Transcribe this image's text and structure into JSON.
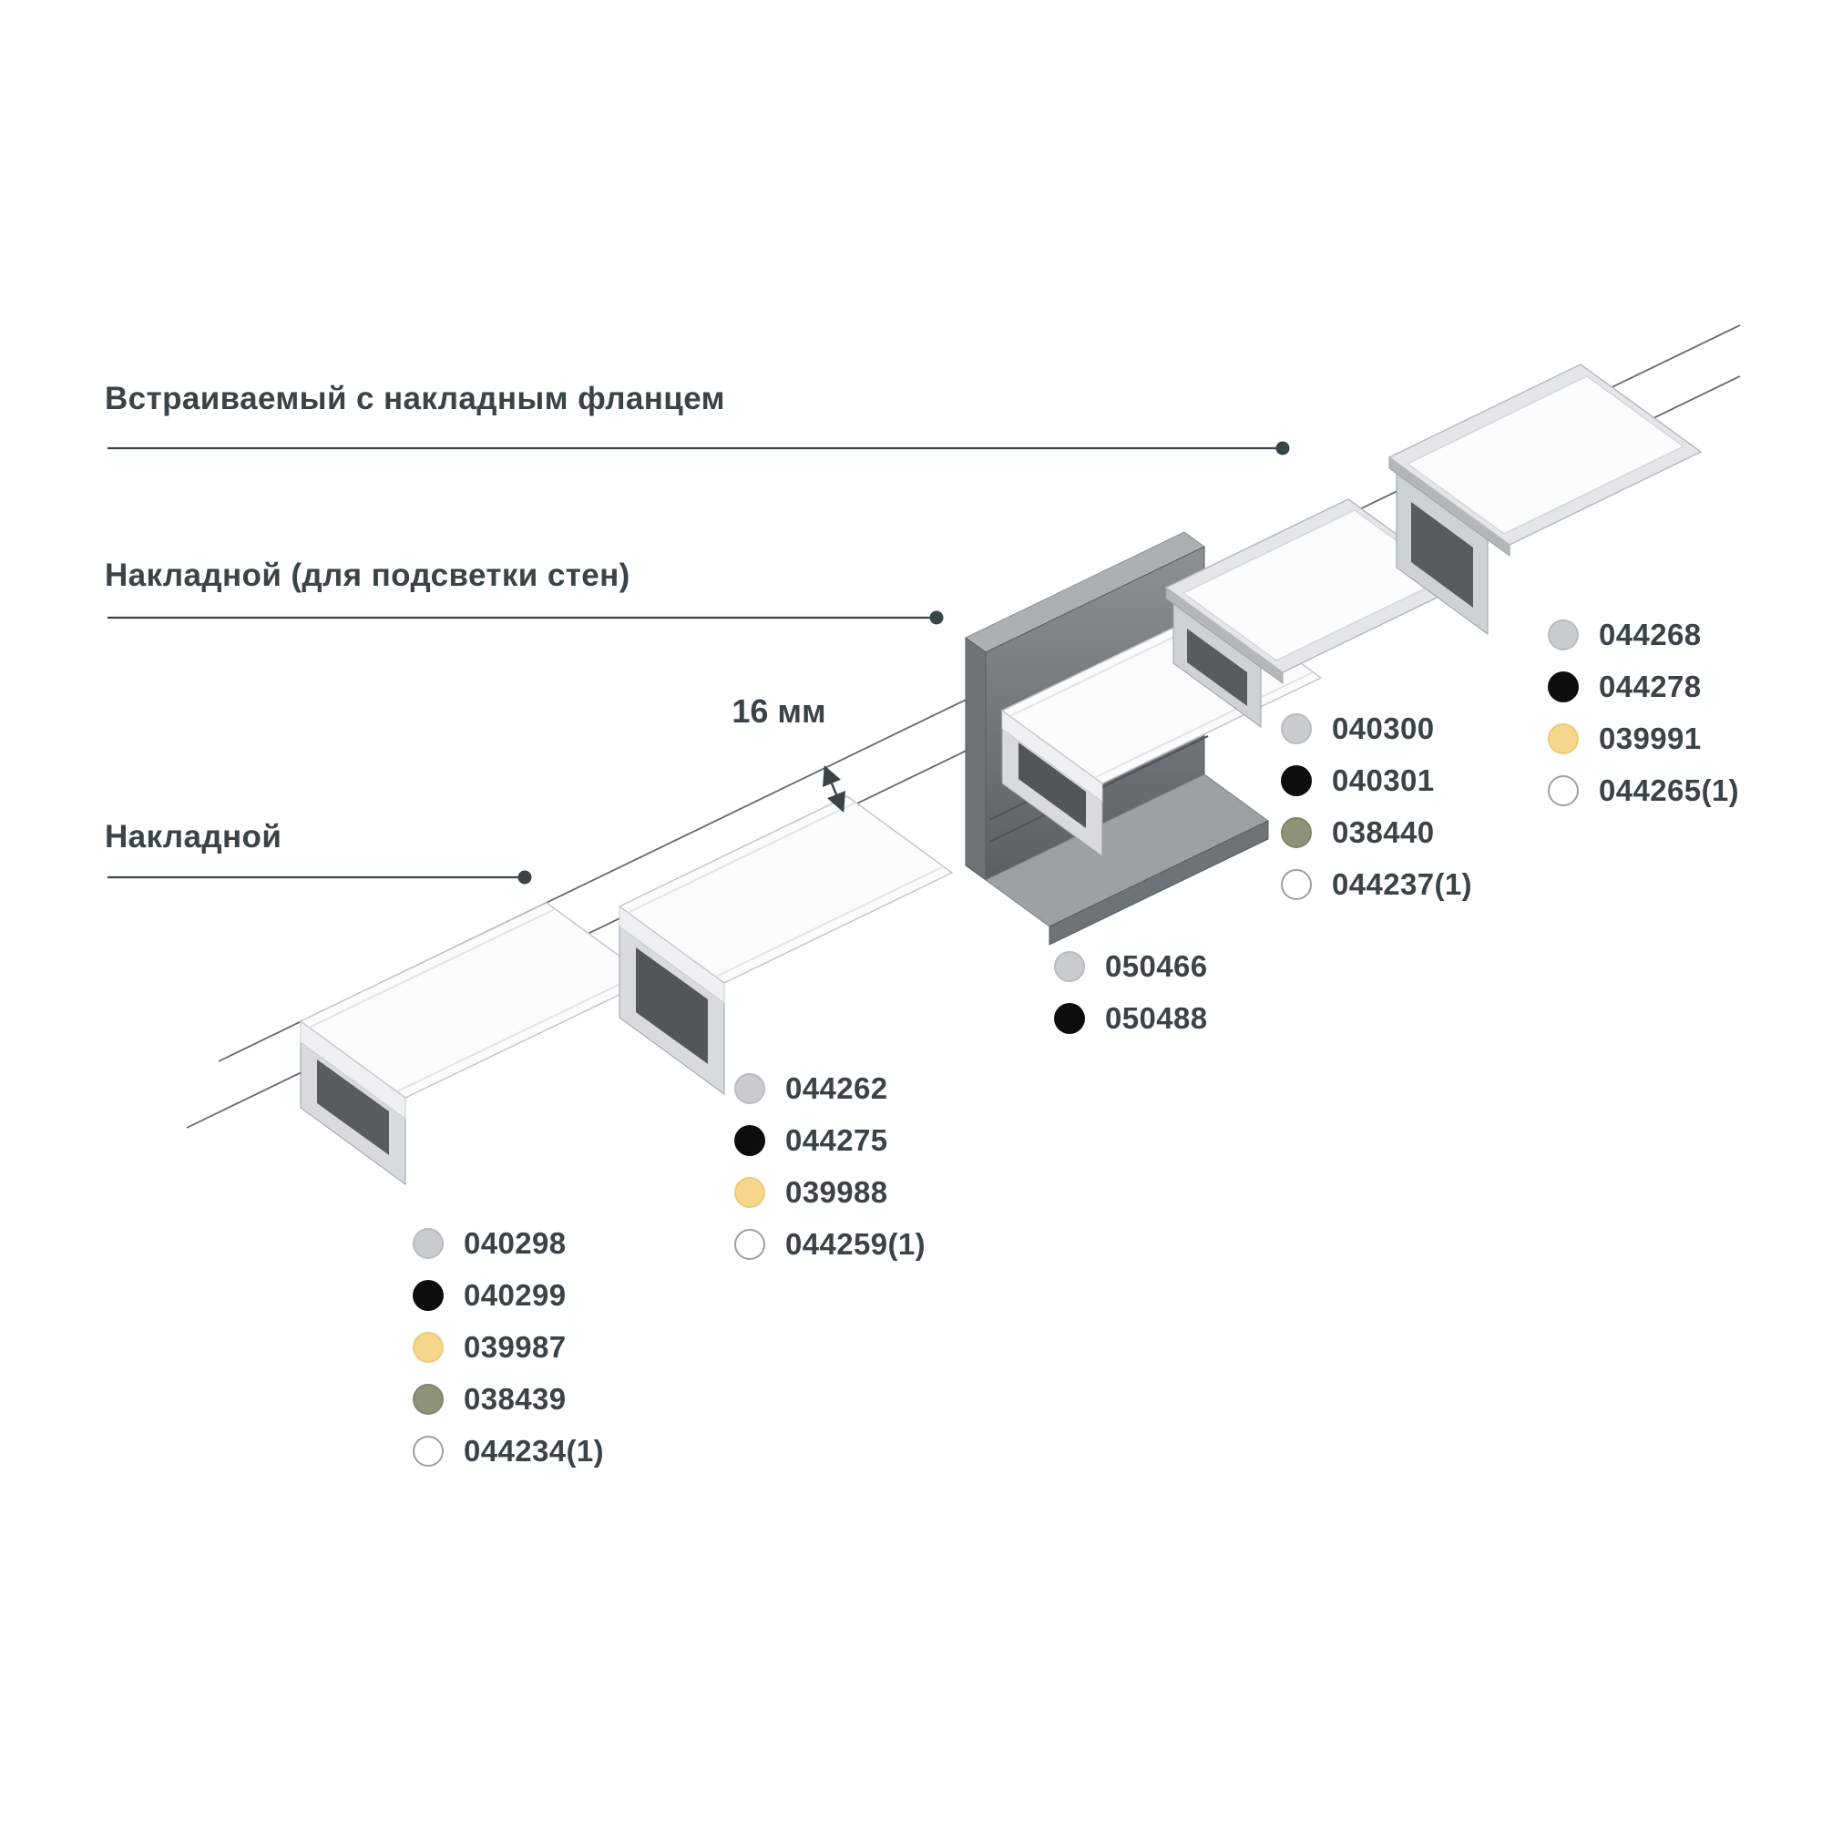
{
  "page": {
    "background": "#ffffff",
    "text_color": "#3a4347",
    "line_color": "#3a4347"
  },
  "labels": [
    {
      "id": "recessed-with-flange",
      "text": "Встраиваемый с накладным фланцем"
    },
    {
      "id": "surface-wall-lighting",
      "text": "Накладной (для подсветки стен)"
    },
    {
      "id": "surface",
      "text": "Накладной"
    }
  ],
  "dimension": {
    "width_label": "16 мм"
  },
  "groups": [
    {
      "profile": "surface-flat",
      "items": [
        {
          "swatch": "gray",
          "code": "040298"
        },
        {
          "swatch": "black",
          "code": "040299"
        },
        {
          "swatch": "gold",
          "code": "039987"
        },
        {
          "swatch": "olive",
          "code": "038439"
        },
        {
          "swatch": "white",
          "code": "044234(1)"
        }
      ]
    },
    {
      "profile": "surface-tall",
      "items": [
        {
          "swatch": "gray",
          "code": "044262"
        },
        {
          "swatch": "black",
          "code": "044275"
        },
        {
          "swatch": "gold",
          "code": "039988"
        },
        {
          "swatch": "white",
          "code": "044259(1)"
        }
      ]
    },
    {
      "profile": "wall-wash",
      "items": [
        {
          "swatch": "gray",
          "code": "050466"
        },
        {
          "swatch": "black",
          "code": "050488"
        }
      ]
    },
    {
      "profile": "recessed-flat-flange",
      "items": [
        {
          "swatch": "gray",
          "code": "040300"
        },
        {
          "swatch": "black",
          "code": "040301"
        },
        {
          "swatch": "olive",
          "code": "038440"
        },
        {
          "swatch": "white",
          "code": "044237(1)"
        }
      ]
    },
    {
      "profile": "recessed-tall-flange",
      "items": [
        {
          "swatch": "gray",
          "code": "044268"
        },
        {
          "swatch": "black",
          "code": "044278"
        },
        {
          "swatch": "gold",
          "code": "039991"
        },
        {
          "swatch": "white",
          "code": "044265(1)"
        }
      ]
    }
  ],
  "swatch_colors": {
    "gray": "#c9cdd0",
    "black": "#0d0d0d",
    "gold": "#f6d78b",
    "olive": "#8e9278",
    "white": "#ffffff"
  }
}
